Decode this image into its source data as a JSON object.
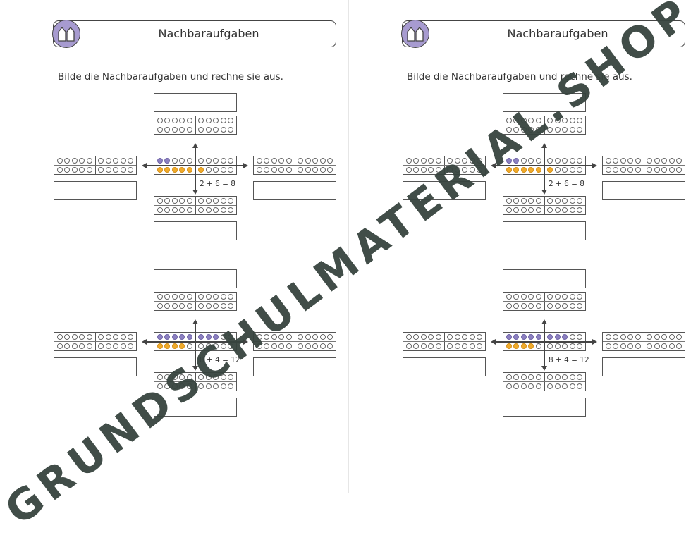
{
  "worksheet_title": "Nachbaraufgaben",
  "instruction": "Bilde die Nachbaraufgaben und rechne sie aus.",
  "equations": {
    "left_1": "2 + 6 = 8",
    "left_2": "8 + 4 = 12",
    "right_1": "2 + 6 = 8",
    "right_2": "8 + 4 = 12"
  },
  "center_frames": {
    "left_1": {
      "top_row_purple": 2,
      "bottom_row_orange": 6
    },
    "left_2": {
      "top_row_purple": 8,
      "bottom_row_orange": 4
    },
    "right_1": {
      "top_row_purple": 2,
      "bottom_row_orange": 6
    },
    "right_2": {
      "top_row_purple": 8,
      "bottom_row_orange": 4
    }
  },
  "colors": {
    "purple": "#8c80c0",
    "orange": "#f1ab2a",
    "logo": "#a79bd0",
    "watermark": "#37433e"
  },
  "icons": {
    "logo": "house-pair-icon"
  },
  "watermark": "GRUNDSCHULMATERIAL.SHOP"
}
